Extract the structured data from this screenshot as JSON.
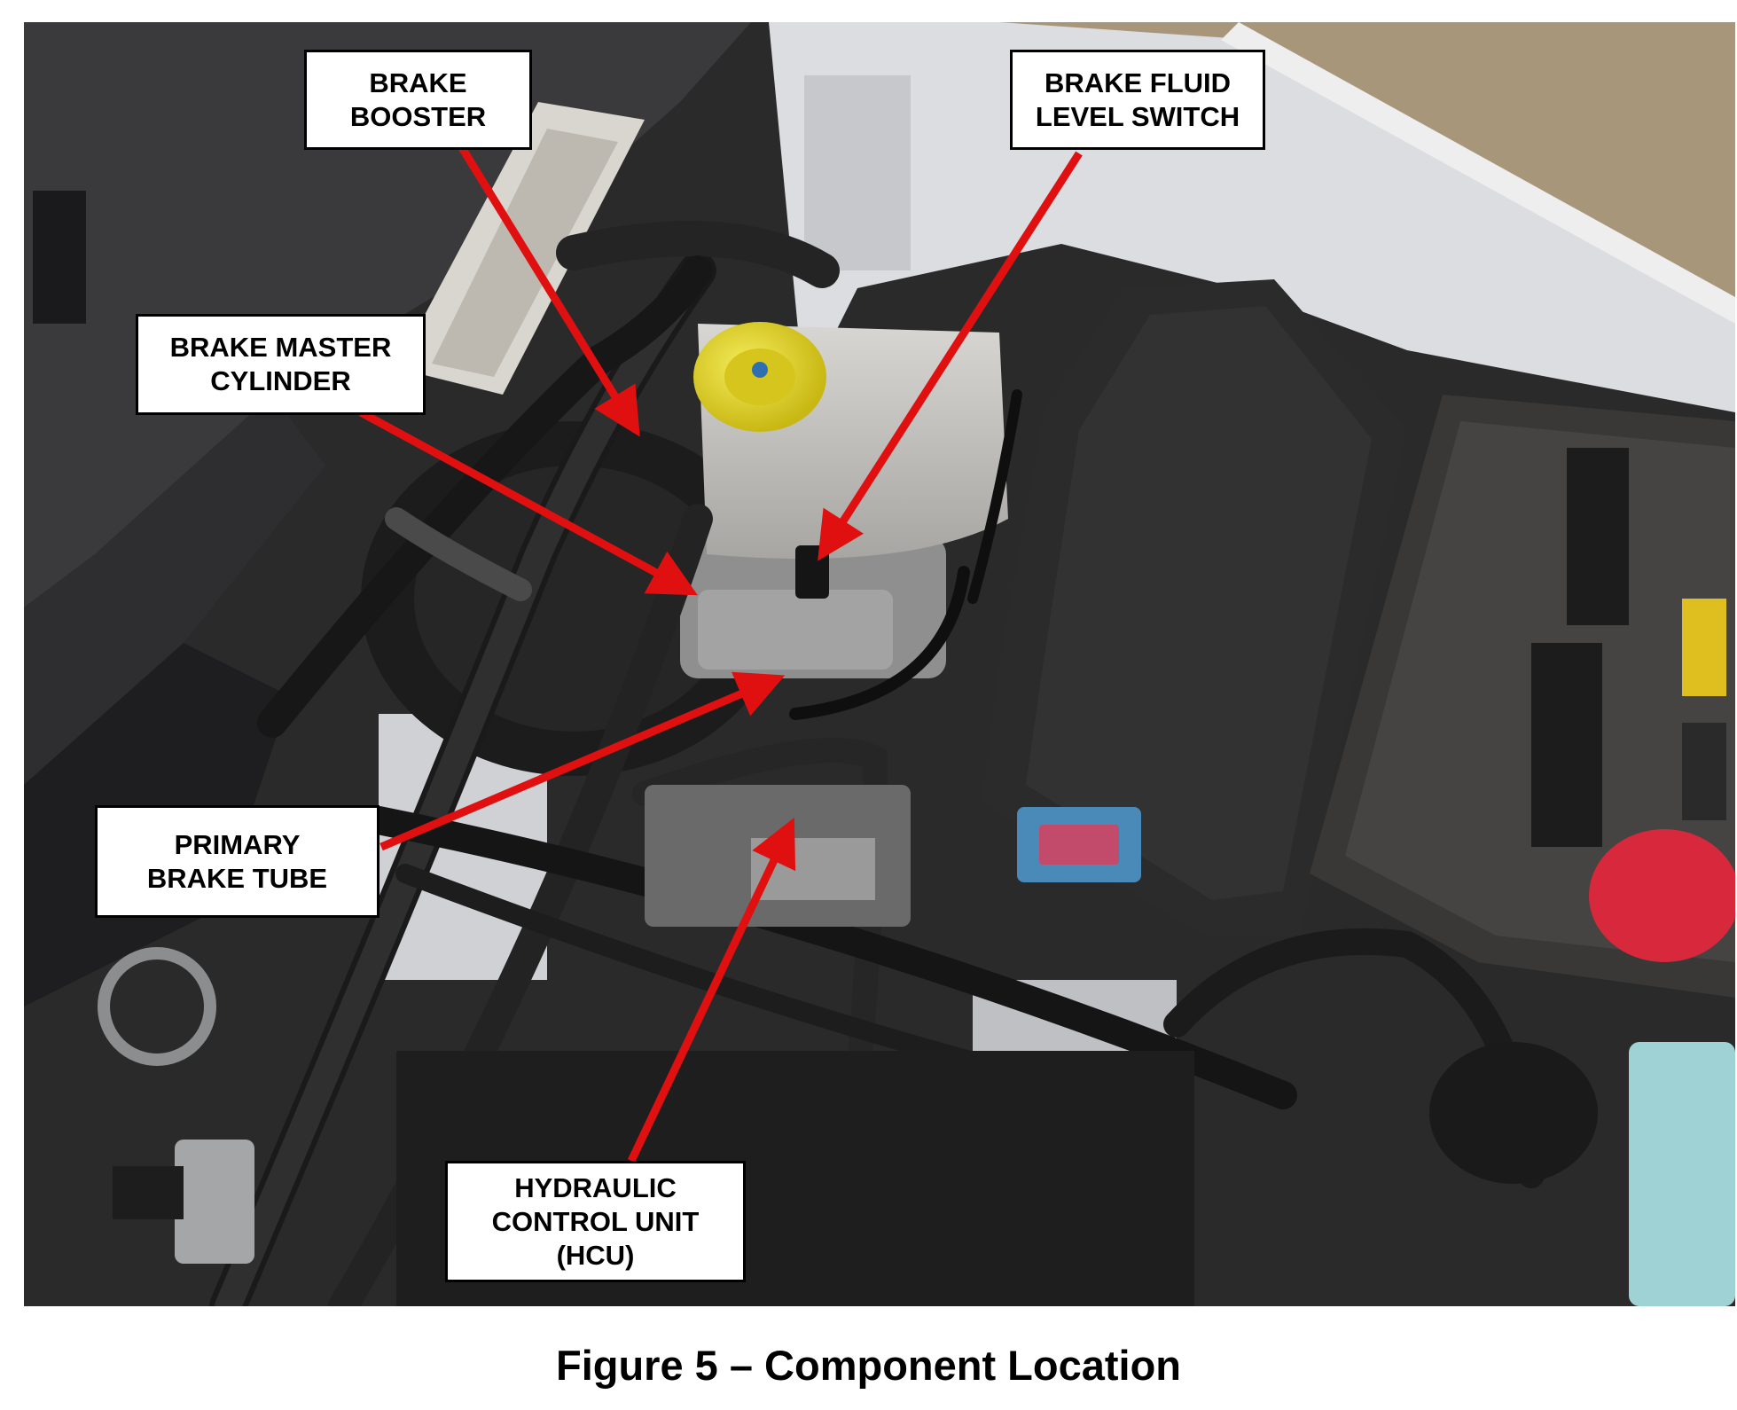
{
  "figure": {
    "caption": "Figure 5 – Component Location"
  },
  "callouts": {
    "brake_booster": {
      "line1": "BRAKE",
      "line2": "BOOSTER"
    },
    "brake_fluid_level_switch": {
      "line1": "BRAKE FLUID",
      "line2": "LEVEL SWITCH"
    },
    "brake_master_cylinder": {
      "line1": "BRAKE MASTER",
      "line2": "CYLINDER"
    },
    "primary_brake_tube": {
      "line1": "PRIMARY",
      "line2": "BRAKE TUBE"
    },
    "hydraulic_control_unit": {
      "line1": "HYDRAULIC",
      "line2": "CONTROL UNIT",
      "line3": "(HCU)"
    }
  },
  "colors": {
    "arrow": "#e01010",
    "reservoir_cap": "#e8dc1c",
    "battery_terminal": "#d8283c",
    "connector_blue": "#4a8ab8"
  }
}
